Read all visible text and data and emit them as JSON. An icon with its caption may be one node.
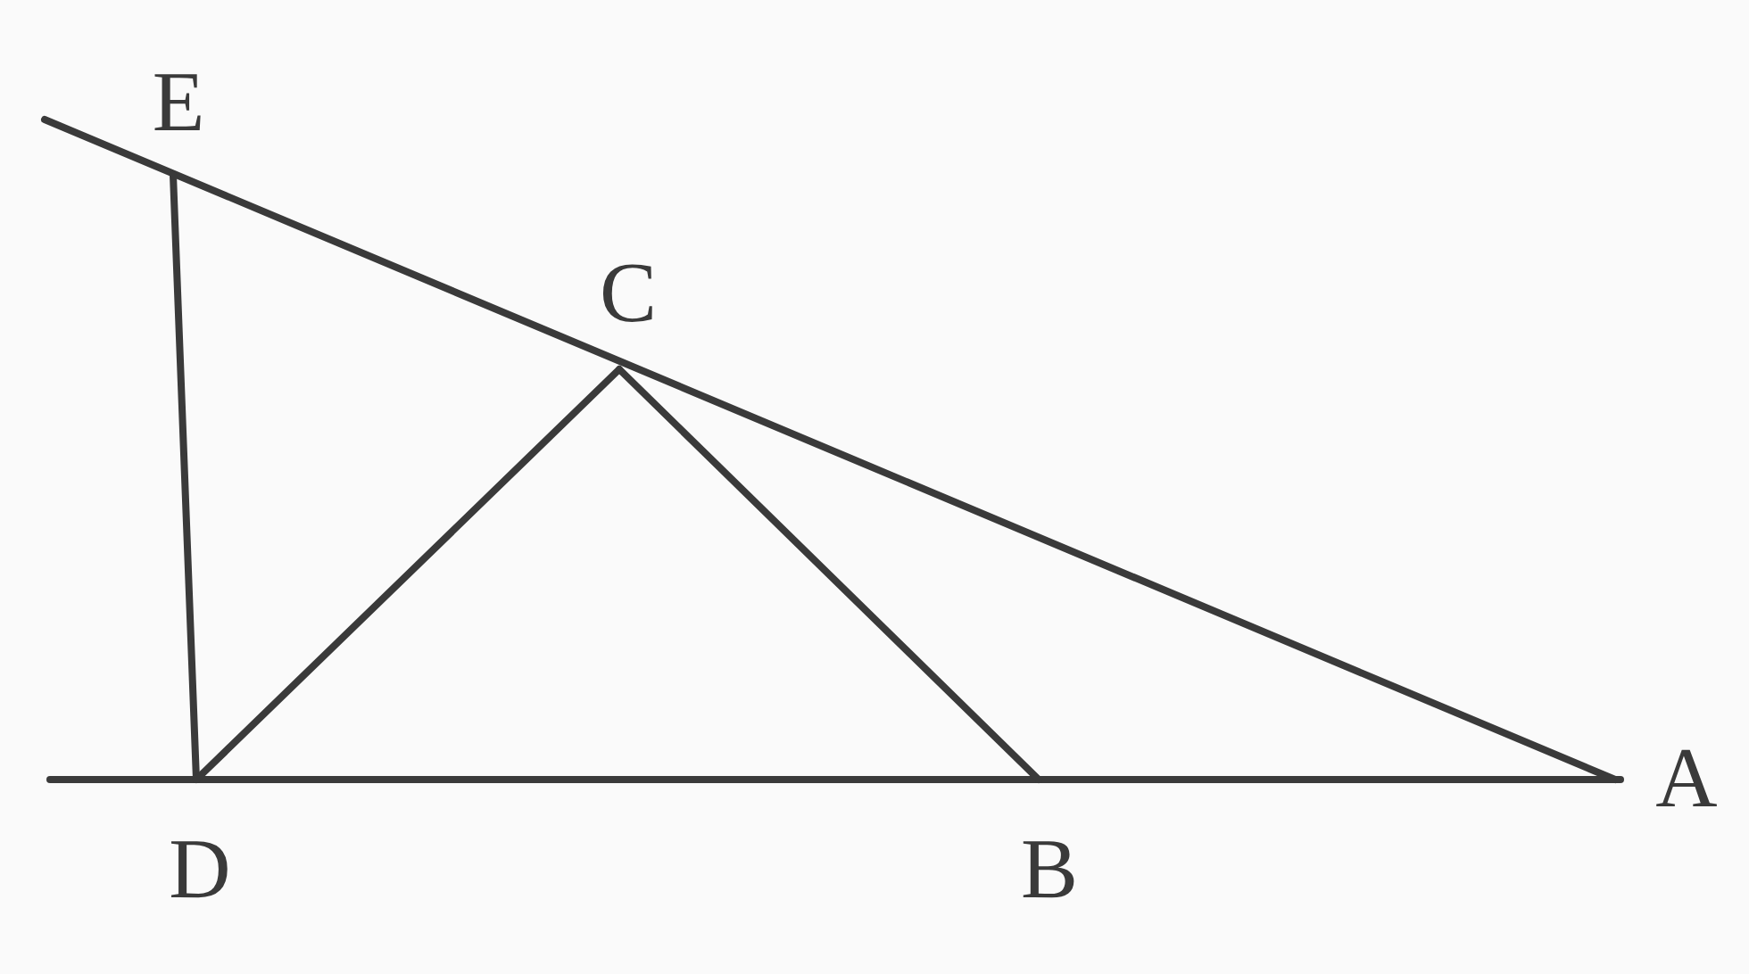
{
  "diagram": {
    "labels": [
      "E",
      "C",
      "A",
      "D",
      "B"
    ]
  }
}
